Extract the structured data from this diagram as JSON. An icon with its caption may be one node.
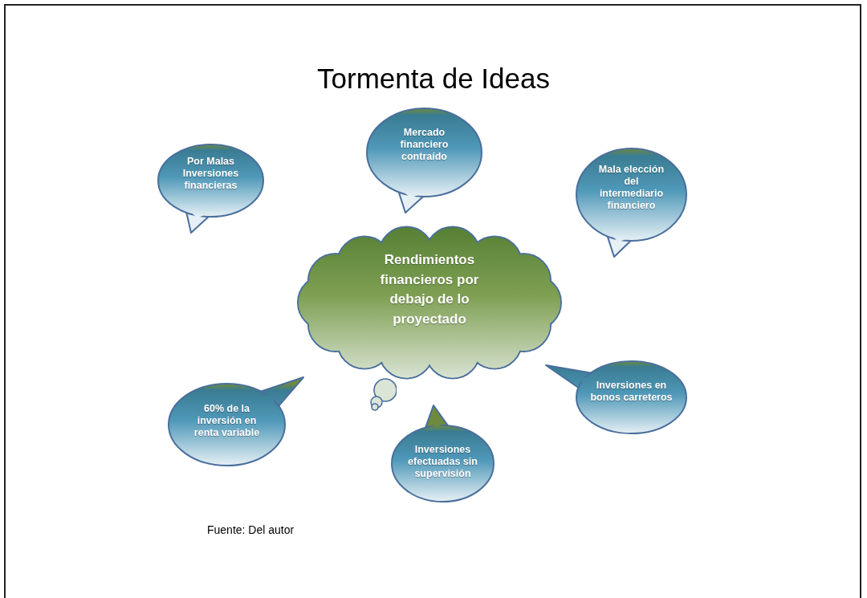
{
  "diagram": {
    "title": "Tormenta de Ideas",
    "nodes": [
      {
        "text": [
          "Mercado financiero contraído"
        ]
      },
      {
        "text": [
          "Por Malas Inversiones financieras"
        ]
      },
      {
        "text": [
          "Mala elección del intermediario financiero"
        ]
      },
      {
        "text": [
          "Rendimientos financieros por debajo de lo proyectado"
        ]
      },
      {
        "text": [
          "Inversiones en bonos carreteros"
        ]
      },
      {
        "text": [
          "60% de la inversión en renta variable"
        ]
      },
      {
        "text": [
          "Inversiones efectuadas sin supervisión"
        ]
      }
    ],
    "labels": [
      "Fuente: Del autor"
    ]
  }
}
